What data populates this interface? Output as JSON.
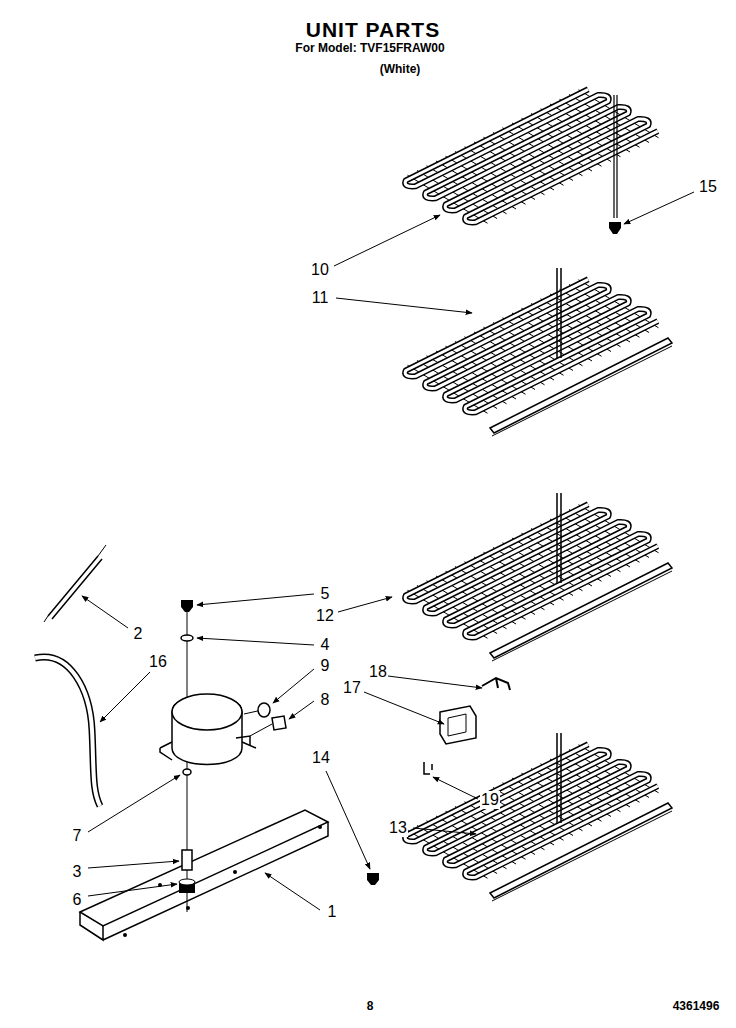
{
  "diagram": {
    "title": "UNIT PARTS",
    "labels": [
      "For Model: TVF15FRAW00",
      "(White)",
      "15",
      "10",
      "11",
      "5",
      "12",
      "2",
      "4",
      "16",
      "9",
      "18",
      "17",
      "8",
      "14",
      "19",
      "13",
      "7",
      "3",
      "6",
      "1",
      "8",
      "4361496"
    ]
  }
}
